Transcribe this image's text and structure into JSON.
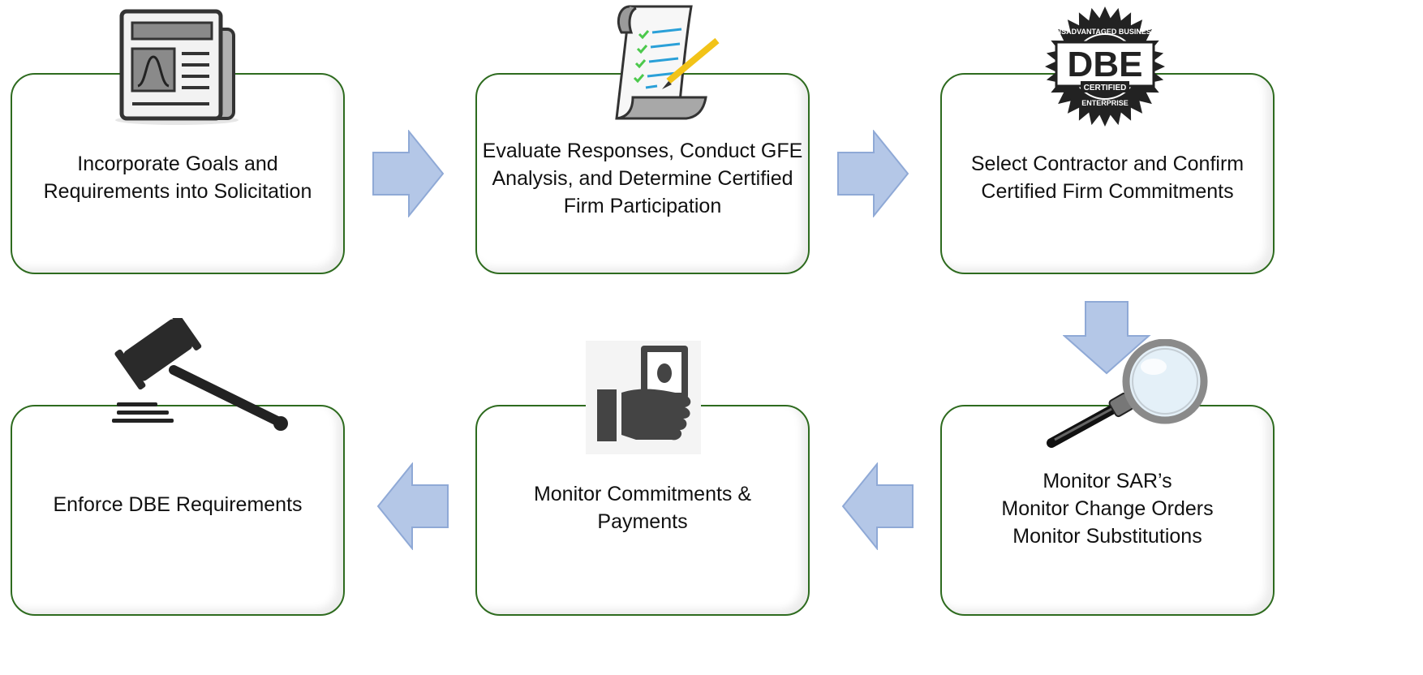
{
  "steps": [
    {
      "id": "step1",
      "lines": [
        "Incorporate Goals and",
        "Requirements into Solicitation"
      ],
      "icon": "newspaper-icon"
    },
    {
      "id": "step2",
      "lines": [
        "Evaluate Responses, Conduct GFE",
        "Analysis, and Determine Certified",
        "Firm Participation"
      ],
      "icon": "checklist-scroll-icon"
    },
    {
      "id": "step3",
      "lines": [
        "Select Contractor and Confirm",
        "Certified Firm Commitments"
      ],
      "icon": "dbe-certified-seal-icon"
    },
    {
      "id": "step4",
      "lines": [
        "Monitor SAR’s",
        "Monitor Change Orders",
        "Monitor Substitutions"
      ],
      "icon": "magnifying-glass-icon"
    },
    {
      "id": "step5",
      "lines": [
        "Monitor Commitments &",
        "Payments"
      ],
      "icon": "hand-holding-money-icon"
    },
    {
      "id": "step6",
      "lines": [
        "Enforce DBE Requirements"
      ],
      "icon": "gavel-icon"
    }
  ],
  "seal": {
    "center": "DBE",
    "badge": "CERTIFIED",
    "ring_top": "DISADVANTAGED BUSINESS",
    "ring_bottom": "ENTERPRISE"
  },
  "colors": {
    "border": "#2e6b1f",
    "arrow_fill": "#b4c7e7",
    "arrow_stroke": "#8fa9d6",
    "text": "#111111"
  }
}
